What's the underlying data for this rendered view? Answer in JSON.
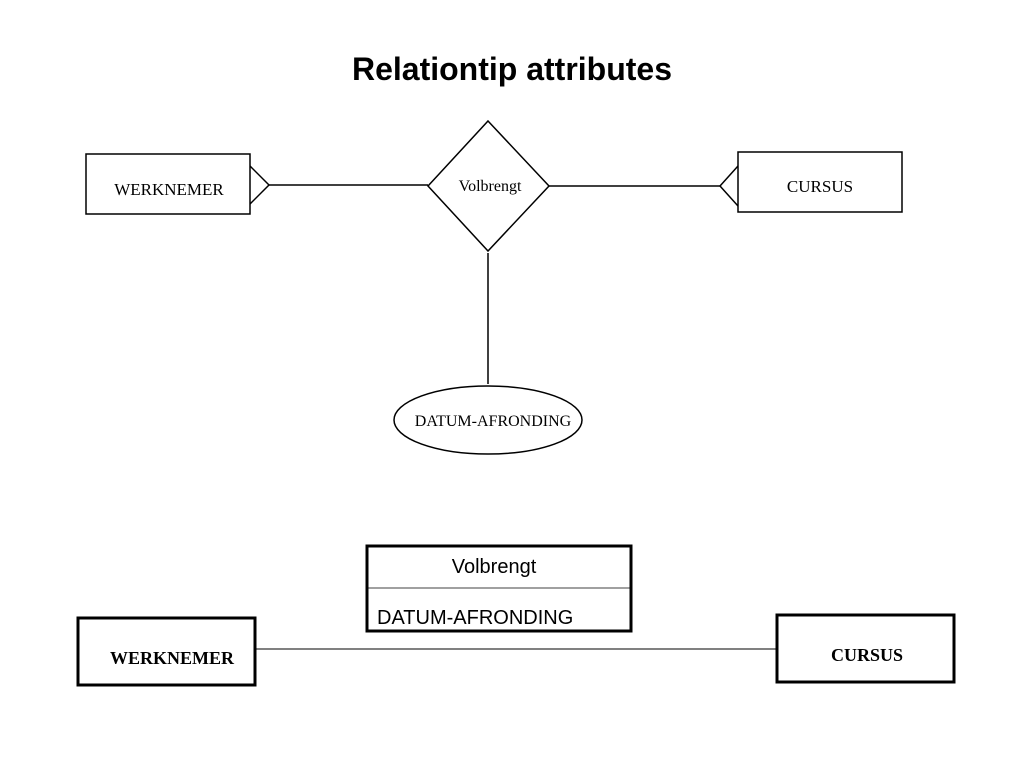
{
  "title": "Relationtip attributes",
  "er_diagram": {
    "entity_left": "WERKNEMER",
    "entity_right": "CURSUS",
    "relationship": "Volbrengt",
    "attribute": "DATUM-AFRONDING"
  },
  "class_diagram": {
    "entity_left": "WERKNEMER",
    "entity_right": "CURSUS",
    "association_class_name": "Volbrengt",
    "association_class_attribute": "DATUM-AFRONDING"
  },
  "colors": {
    "stroke": "#000000",
    "background": "#ffffff"
  }
}
